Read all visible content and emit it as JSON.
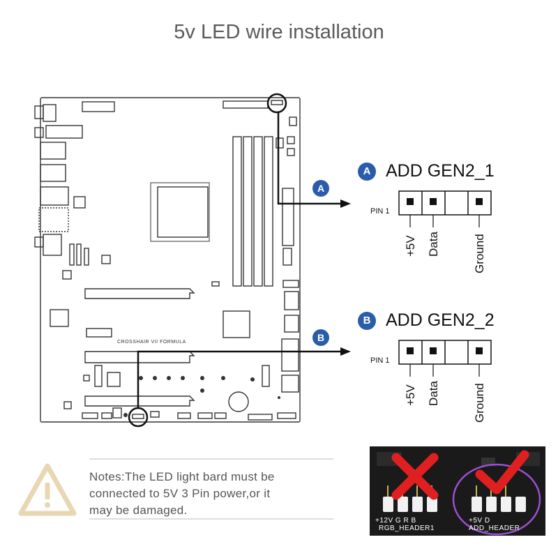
{
  "title": "5v LED wire installation",
  "board": {
    "silkscreen": "CROSSHAIR VII FORMULA"
  },
  "callouts": [
    {
      "badge": "A"
    },
    {
      "badge": "B"
    }
  ],
  "headers": [
    {
      "badge": "A",
      "name": "ADD GEN2_1",
      "pin1_label": "PIN 1",
      "pins": [
        "+5V",
        "Data",
        "",
        "Ground"
      ]
    },
    {
      "badge": "B",
      "name": "ADD GEN2_2",
      "pin1_label": "PIN 1",
      "pins": [
        "+5V",
        "Data",
        "",
        "Ground"
      ]
    }
  ],
  "notes": {
    "line1": "Notes:The LED light bard must be",
    "line2": "connected to 5V 3 Pin power,or it",
    "line3": "may be damaged."
  },
  "photo": {
    "left_label_top": "+12V G R B",
    "left_label_bottom": "RGB_HEADER1",
    "right_label_top": "+5V D",
    "right_label_bottom": "ADD_HEADER",
    "colors": {
      "cross": "#e02020",
      "check": "#e02020",
      "highlight": "#9b4fd0"
    }
  },
  "colors": {
    "badge": "#2a5caa",
    "warning": "#e8d7b2"
  }
}
